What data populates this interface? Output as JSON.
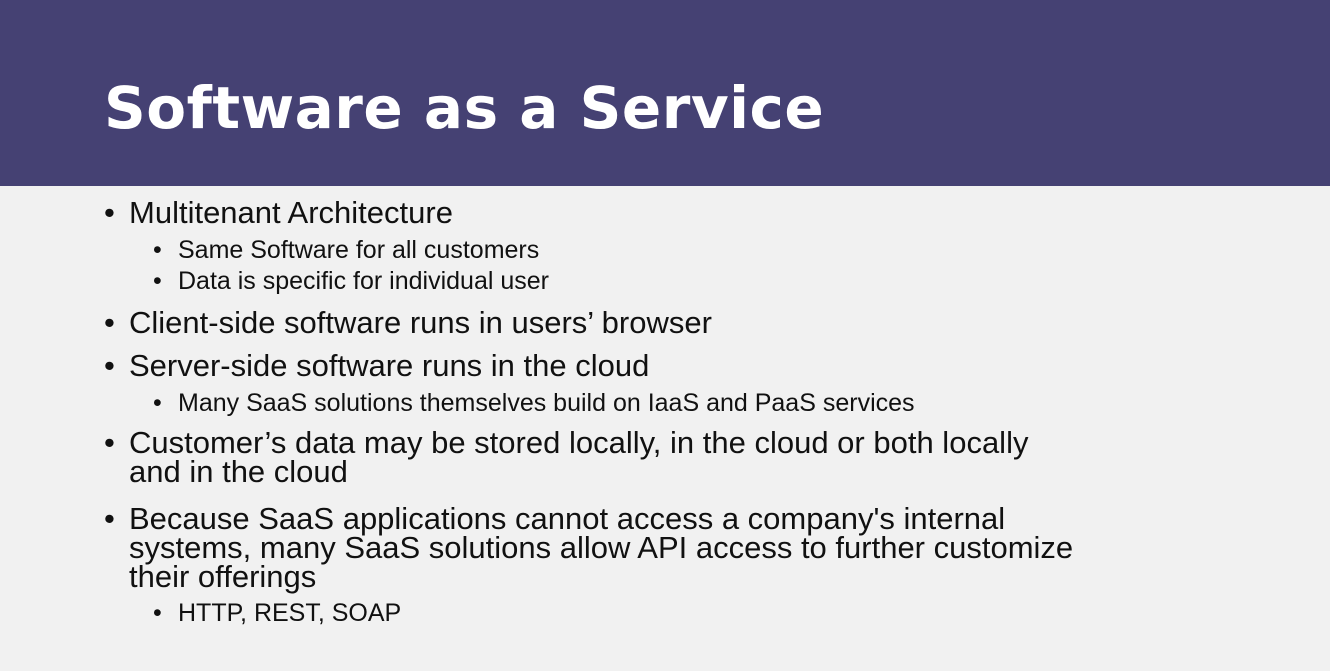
{
  "slide": {
    "title": "Software as a Service",
    "bullet_glyph": "•",
    "items": [
      {
        "text": "Multitenant Architecture",
        "subitems": [
          "Same Software for all customers",
          "Data is specific for individual user"
        ]
      },
      {
        "text": "Client-side software runs in users’ browser"
      },
      {
        "text": "Server-side software runs in the cloud",
        "subitems": [
          "Many SaaS solutions themselves build on IaaS and PaaS services"
        ]
      },
      {
        "text_lines": [
          "Customer’s data may be stored locally, in the cloud or both locally",
          "and in the cloud"
        ]
      },
      {
        "text_lines": [
          "Because SaaS applications cannot access a company's internal",
          "systems, many SaaS solutions allow API access to further customize",
          "their offerings"
        ],
        "subitems": [
          "HTTP, REST, SOAP"
        ]
      }
    ]
  }
}
